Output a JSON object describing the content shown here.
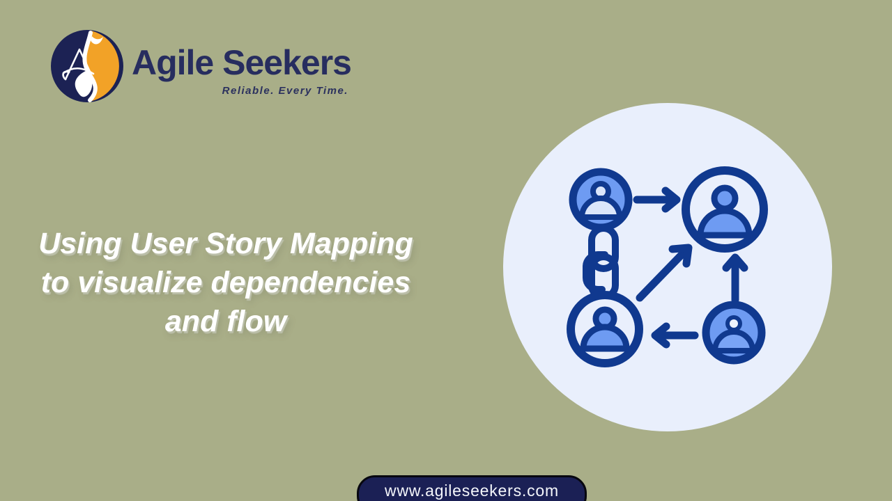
{
  "brand": {
    "name": "Agile Seekers",
    "tagline": "Reliable. Every Time."
  },
  "heading": {
    "line1": "Using User Story Mapping",
    "line2": "to visualize dependencies",
    "line3": "and flow"
  },
  "footer": {
    "url": "www.agileseekers.com"
  },
  "illustration": {
    "name": "user-dependency-flow-diagram",
    "nodes": [
      "user-avatar-top-left",
      "user-avatar-top-right",
      "user-avatar-bottom-left",
      "user-avatar-bottom-right"
    ],
    "connections": [
      "arrow-right-top",
      "arrow-diagonal-up-right",
      "arrow-up-right-side",
      "arrow-left-bottom",
      "chain-links-left"
    ]
  },
  "colors": {
    "background": "#a9ae88",
    "illustration_circle": "#e9effc",
    "navy_stroke": "#10398f",
    "blue_fill": "#6e9bf2",
    "logo_navy": "#1c2254",
    "logo_orange": "#f2a227",
    "brand_text": "#272d5f",
    "pill_background": "#1b2055",
    "heading_text": "#ffffff"
  }
}
